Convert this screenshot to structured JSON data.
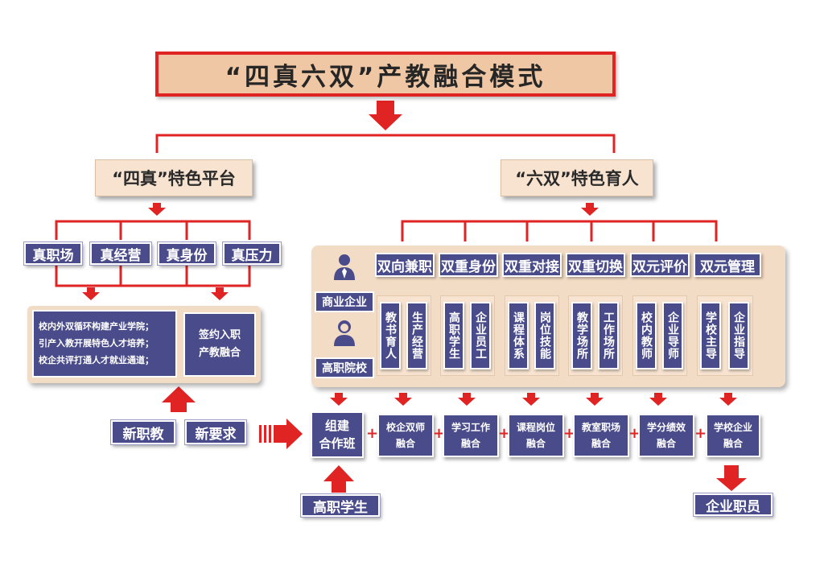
{
  "title": "“四真六双”产教融合模式",
  "left": {
    "heading": "“四真”特色平台",
    "items": [
      "真职场",
      "真经营",
      "真身份",
      "真压力"
    ],
    "lines": [
      "校内外双循环构建产业学院；",
      "引产入教开展特色人才培养；",
      "校企共评打通人才就业通道；"
    ],
    "sign": [
      "签约入职",
      "产教融合"
    ],
    "inputs": [
      "新职教",
      "新要求"
    ]
  },
  "right": {
    "heading": "“六双”特色育人",
    "roles": [
      "商业企业",
      "高职院校"
    ],
    "columns": [
      {
        "label": "双向兼职",
        "a": "教书育人",
        "b": "生产经营"
      },
      {
        "label": "双重身份",
        "a": "高职学生",
        "b": "企业员工"
      },
      {
        "label": "双重对接",
        "a": "课程体系",
        "b": "岗位技能"
      },
      {
        "label": "双重切换",
        "a": "教学场所",
        "b": "工作场所"
      },
      {
        "label": "双元评价",
        "a": "校内教师",
        "b": "企业导师"
      },
      {
        "label": "双元管理",
        "a": "学校主导",
        "b": "企业指导"
      }
    ]
  },
  "bottom": {
    "start": [
      "组建",
      "合作班"
    ],
    "fusions": [
      [
        "校企双师",
        "融合"
      ],
      [
        "学习工作",
        "融合"
      ],
      [
        "课程岗位",
        "融合"
      ],
      [
        "教室职场",
        "融合"
      ],
      [
        "学分绩效",
        "融合"
      ],
      [
        "学校企业",
        "融合"
      ]
    ],
    "plus": "+",
    "student": "高职学生",
    "output": "企业职员"
  },
  "colors": {
    "red": "#e02323",
    "navy": "#4a4b8a",
    "beige": "#f3dcc5",
    "title_bg": "#f0c7a4"
  }
}
